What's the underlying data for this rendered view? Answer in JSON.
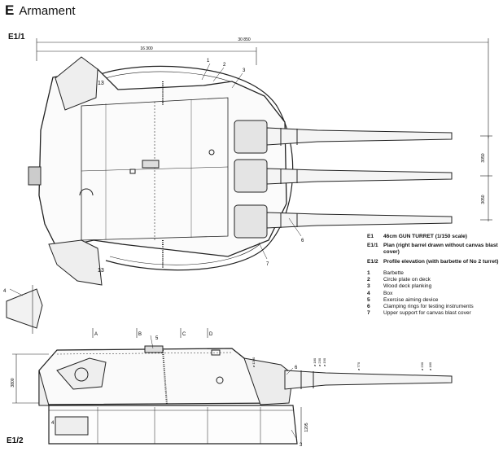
{
  "header": {
    "letter": "E",
    "title": "Armament"
  },
  "figures": {
    "plan": {
      "label": "E1/1",
      "dim_overall": "30 850",
      "dim_inner": "16 300",
      "dim_barrel_1": "3050",
      "dim_barrel_2": "3050",
      "side_marks": [
        "13",
        "13"
      ],
      "callouts": [
        "1",
        "2",
        "3",
        "6",
        "7"
      ]
    },
    "elevation": {
      "label": "E1/2",
      "section_marks": [
        "A",
        "B",
        "C",
        "D"
      ],
      "callouts": [
        "4",
        "5",
        "6",
        "3"
      ],
      "dim_height": "3800",
      "dim_base": "1205",
      "small_dims": [
        "ø 1200",
        "ø 180",
        "ø 230",
        "ø 190",
        "ø 770",
        "ø 230",
        "ø 180"
      ]
    },
    "section": {
      "callout": "4"
    }
  },
  "legend": {
    "entries": [
      {
        "code": "E1",
        "text": "46cm GUN TURRET (1/150 scale)"
      },
      {
        "code": "E1/1",
        "text": "Plan (right barrel drawn without canvas blast cover)"
      },
      {
        "code": "E1/2",
        "text": "Profile elevation (with barbette of No 2 turret)"
      }
    ],
    "key": [
      {
        "num": "1",
        "text": "Barbette"
      },
      {
        "num": "2",
        "text": "Circle plate on deck"
      },
      {
        "num": "3",
        "text": "Wood deck planking"
      },
      {
        "num": "4",
        "text": "Box"
      },
      {
        "num": "5",
        "text": "Exercise aiming device"
      },
      {
        "num": "6",
        "text": "Clamping rings for testing instruments"
      },
      {
        "num": "7",
        "text": "Upper support for canvas blast cover"
      }
    ]
  }
}
